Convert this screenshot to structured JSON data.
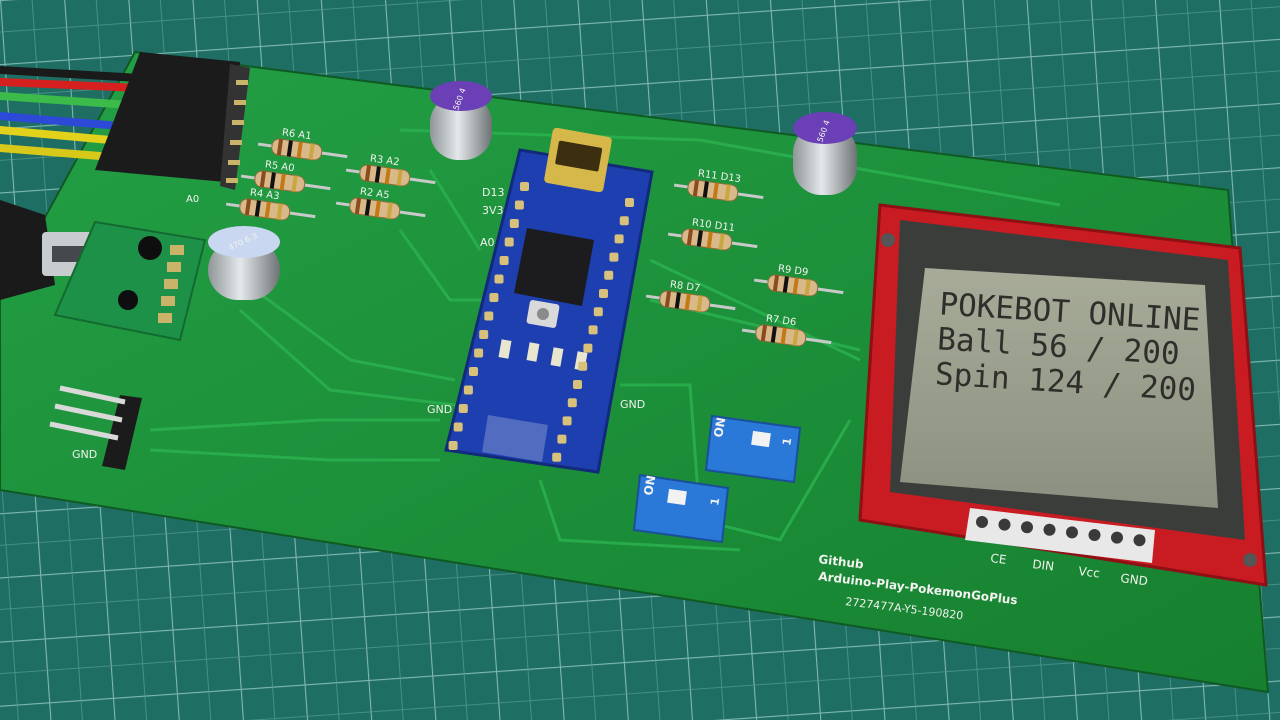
{
  "lcd": {
    "line1": "POKEBOT ONLINE",
    "line2": "Ball 56 / 200",
    "line3": "Spin 124 / 200"
  },
  "silkscreen": {
    "github_label": "Github",
    "repo_name": "Arduino-Play-PokemonGoPlus",
    "board_id": "2727477A-Y5-190820",
    "lcd_pins": [
      "CE",
      "DIN",
      "Vcc",
      "GND"
    ],
    "left_pin_labels": [
      "D13",
      "3V3",
      "A0"
    ],
    "gnd_center": "GND",
    "gnd_right": "GND",
    "gnd_left": "GND",
    "a0_top": "A0",
    "resistors": [
      "R11 D13",
      "R10 D11",
      "R9 D9",
      "R8 D7",
      "R7 D6",
      "R6 A1",
      "R5 A0",
      "R4 A3",
      "R3 A2",
      "R2 A5"
    ],
    "dip_on": "ON",
    "dip_num": "1",
    "cap_label": "470 6.3",
    "cap_small_label": "560 4"
  },
  "colors": {
    "mat": "#1f6e63",
    "pcb": "#1a8a3a",
    "lcd_frame": "#c81c22",
    "arduino": "#1d3fb0",
    "lcd_screen": "#9aa08c"
  }
}
